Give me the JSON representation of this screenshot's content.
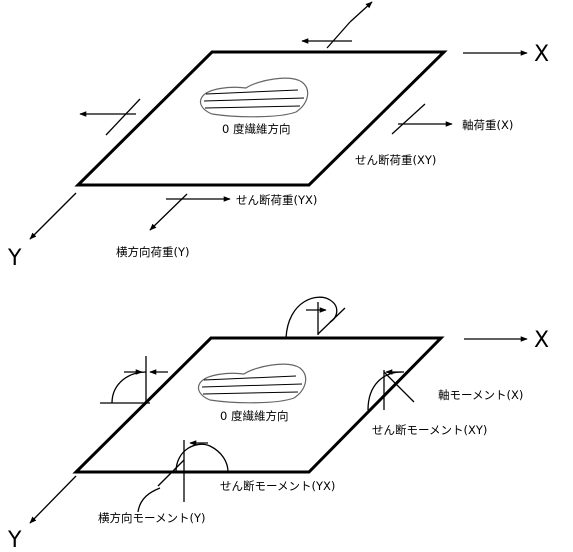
{
  "colors": {
    "line": "#000000",
    "background": "#ffffff",
    "fiber_outline": "#666666"
  },
  "top_panel": {
    "axis_x": "X",
    "axis_y": "Y",
    "fiber_label": "0 度繊維方向",
    "axial_load": "軸荷重(X)",
    "shear_load_xy": "せん断荷重(XY)",
    "shear_load_yx": "せん断荷重(YX)",
    "transverse_load": "横方向荷重(Y)"
  },
  "bottom_panel": {
    "axis_x": "X",
    "axis_y": "Y",
    "fiber_label": "0 度繊維方向",
    "axial_moment": "軸モーメント(X)",
    "shear_moment_xy": "せん断モーメント(XY)",
    "shear_moment_yx": "せん断モーメント(YX)",
    "transverse_moment": "横方向モーメント(Y)"
  }
}
